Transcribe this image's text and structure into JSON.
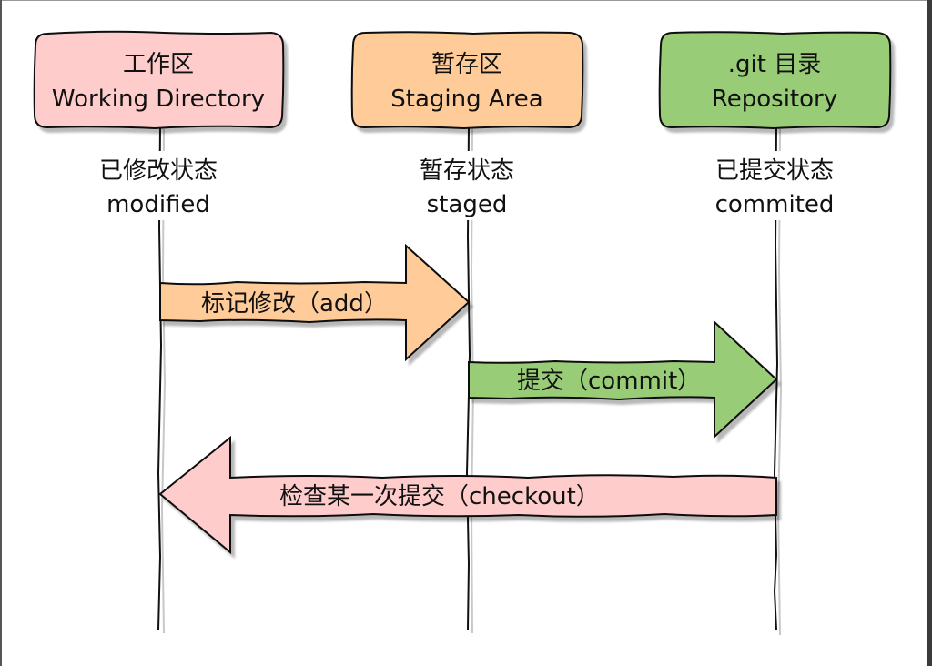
{
  "diagram": {
    "type": "git-workflow-sequence",
    "participants": [
      {
        "id": "working",
        "title_cn": "工作区",
        "title_en": "Working Directory",
        "state_cn": "已修改状态",
        "state_en": "modified",
        "color": "#FFCCCC"
      },
      {
        "id": "staging",
        "title_cn": "暂存区",
        "title_en": "Staging Area",
        "state_cn": "暂存状态",
        "state_en": "staged",
        "color": "#FFCC99"
      },
      {
        "id": "repo",
        "title_cn": ".git 目录",
        "title_en": "Repository",
        "state_cn": "已提交状态",
        "state_en": "commited",
        "color": "#99CC77"
      }
    ],
    "messages": [
      {
        "id": "add",
        "from": "working",
        "to": "staging",
        "label": "标记修改（add）",
        "color": "#FFCC99"
      },
      {
        "id": "commit",
        "from": "staging",
        "to": "repo",
        "label": "提交（commit）",
        "color": "#99CC77"
      },
      {
        "id": "checkout",
        "from": "repo",
        "to": "working",
        "label": "检查某一次提交（checkout）",
        "color": "#FFCCCC"
      }
    ]
  }
}
